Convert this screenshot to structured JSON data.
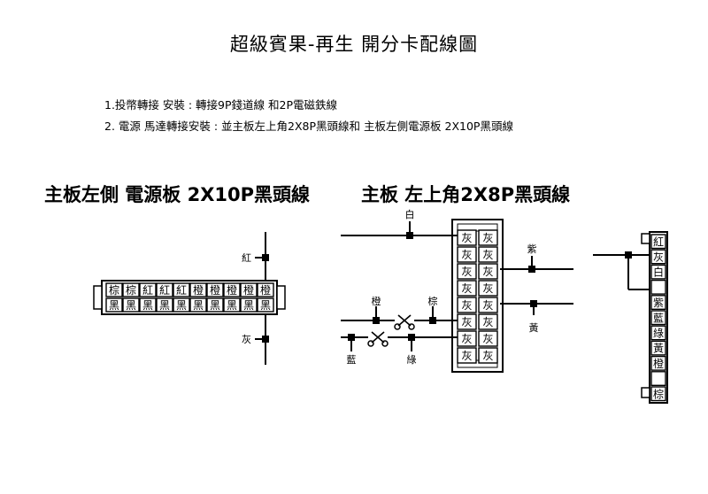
{
  "title": "超級賓果-再生 開分卡配線圖",
  "notes": [
    "1.投幣轉接 安裝 : 轉接9P錢道線 和2P電磁鉄線",
    "2. 電源 馬達轉接安裝 : 並主板左上角2X8P黑頭線和 主板左側電源板 2X10P黑頭線"
  ],
  "left_section": {
    "title": "主板左側 電源板 2X10P黑頭線",
    "top_row": [
      "棕",
      "棕",
      "紅",
      "紅",
      "紅",
      "橙",
      "橙",
      "橙",
      "橙",
      "橙"
    ],
    "bottom_row": [
      "黑",
      "黑",
      "黑",
      "黑",
      "黑",
      "黑",
      "黑",
      "黑",
      "黑",
      "黑"
    ],
    "tap_top": "紅",
    "tap_bottom": "灰"
  },
  "right_section": {
    "title": "主板 左上角2X8P黑頭線",
    "pins_left": [
      "灰",
      "灰",
      "灰",
      "灰",
      "灰",
      "灰",
      "灰",
      "灰"
    ],
    "pins_right": [
      "灰",
      "灰",
      "灰",
      "灰",
      "灰",
      "灰",
      "灰",
      "灰"
    ],
    "wire_white": "白",
    "wire_orange": "橙",
    "wire_brown": "棕",
    "wire_blue": "藍",
    "wire_green": "綠",
    "wire_purple": "紫",
    "wire_yellow": "黃"
  },
  "side_connector": {
    "pins": [
      "紅",
      "灰",
      "白",
      "",
      "紫",
      "藍",
      "綠",
      "黃",
      "橙",
      "",
      "棕"
    ]
  }
}
